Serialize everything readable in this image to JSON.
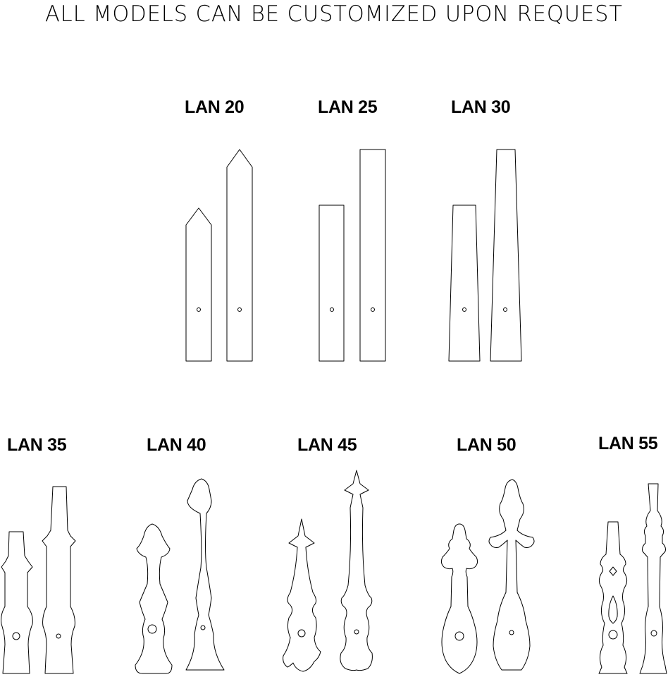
{
  "headline": "ALL MODELS CAN BE CUSTOMIZED UPON REQUEST",
  "models": [
    {
      "label": "LAN 20"
    },
    {
      "label": "LAN 25"
    },
    {
      "label": "LAN 30"
    },
    {
      "label": "LAN 35"
    },
    {
      "label": "LAN 40"
    },
    {
      "label": "LAN 45"
    },
    {
      "label": "LAN 50"
    },
    {
      "label": "LAN 55"
    }
  ],
  "colors": {
    "line": "#000000",
    "background": "#ffffff"
  }
}
